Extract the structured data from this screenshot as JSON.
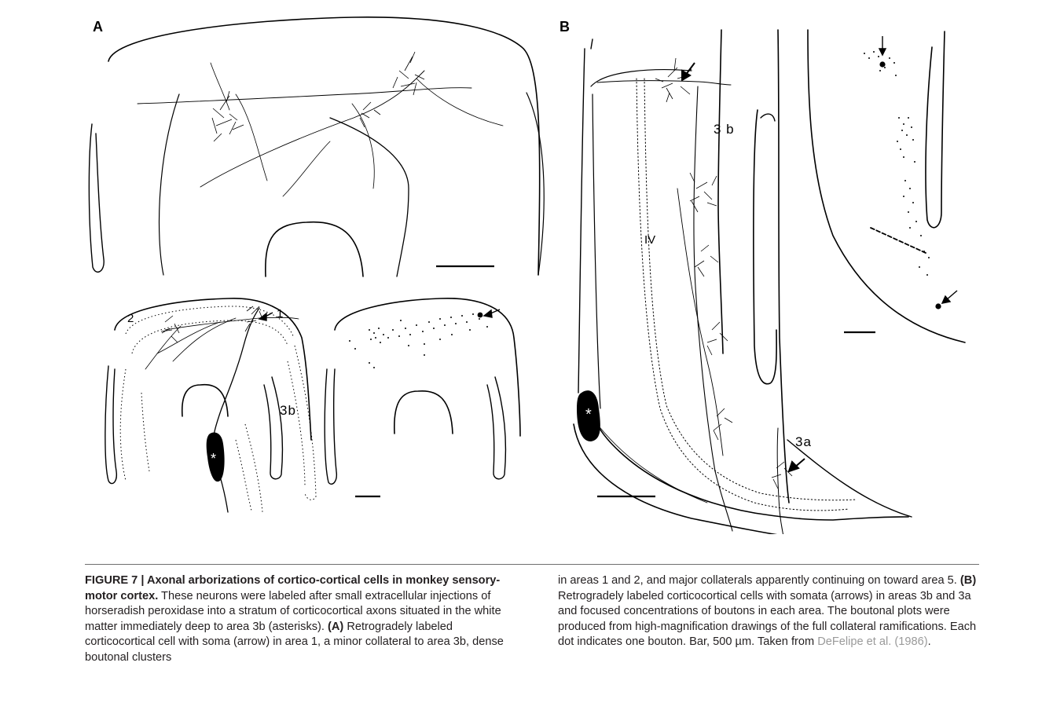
{
  "figure": {
    "panel_labels": {
      "a": "A",
      "b": "B"
    },
    "area_labels": {
      "a_area_2": "2",
      "a_area_1": "1",
      "a_area_3b": "3b",
      "b_area_3b": "3 b",
      "b_layer_iv": "IV",
      "b_area_3a": "3a"
    },
    "soma_marker": "*"
  },
  "caption": {
    "figure_number": "FIGURE 7 | ",
    "title": "Axonal arborizations of cortico-cortical cells in monkey sensory-motor cortex.",
    "p1": " These neurons were labeled after small extracellular injections of horseradish peroxidase into a stratum of corticocortical axons situated in the white matter immediately deep to area 3b (asterisks). ",
    "a_label": "(A)",
    "p2": " Retrogradely labeled corticocortical cell with soma (arrow) in area 1, a minor collateral to area 3b, dense boutonal clusters in areas 1 and 2, and major collaterals apparently continuing on toward area 5. ",
    "b_label": "(B)",
    "p3": " Retrogradely labeled corticocortical cells with somata (arrows) in areas 3b and 3a and focused concentrations of boutons in each area. The boutonal plots were produced from high-magnification drawings of the full collateral ramifications. Each dot indicates one bouton. Bar, 500 µm. Taken from ",
    "reference": "DeFelipe et al. (1986)",
    "end": "."
  }
}
